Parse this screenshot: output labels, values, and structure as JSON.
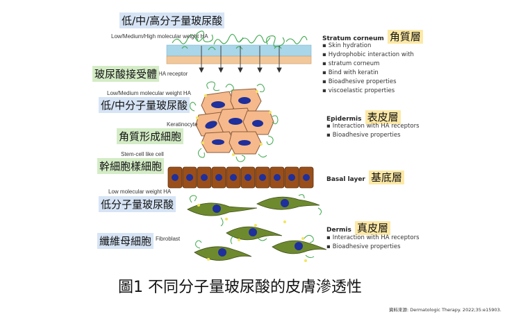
{
  "labels": {
    "ha_title_zh": "低/中/高分子量玻尿酸",
    "ha_title_en": "Low/Medium/High molecular weight HA",
    "receptor_zh": "玻尿酸接受體",
    "receptor_en": "HA receptor",
    "low_med_en": "Low/Medium molecular weight HA",
    "low_med_zh": "低/中分子量玻尿酸",
    "keratinocyte_en": "Keratinocyte",
    "keratinocyte_zh": "角質形成細胞",
    "stem_en": "Stem-cell like cell",
    "stem_zh": "幹細胞樣細胞",
    "low_en": "Low molecular weight HA",
    "low_zh": "低分子量玻尿酸",
    "fibro_zh": "纖維母細胞",
    "fibro_en": "Fibroblast"
  },
  "layers": {
    "corneum": {
      "title_en": "Stratum corneum",
      "title_zh": "角質層",
      "items": [
        "Skin hydration",
        "Hydrophobic interaction with",
        "stratum corneum",
        "Bind with keratin",
        "Bioadhesive properties",
        "viscoelastic properties"
      ]
    },
    "epidermis": {
      "title_en": "Epidermis",
      "title_zh": "表皮層",
      "items": [
        "Interaction with HA receptors",
        "Bioadhesive properties"
      ]
    },
    "basal": {
      "title_en": "Basal layer",
      "title_zh": "基底層"
    },
    "dermis": {
      "title_en": "Dermis",
      "title_zh": "真皮層",
      "items": [
        "Interaction with HA receptors",
        "Bioadhesive properties"
      ]
    }
  },
  "caption": "圖1 不同分子量玻尿酸的皮膚滲透性",
  "source": "資料來源: Dermatologic Therapy. 2022;35:e15903.",
  "colors": {
    "corneum_blue": "#a9d6e8",
    "corneum_tan": "#f2c89a",
    "keratinocyte": "#f5b98b",
    "nucleus": "#1f2f9c",
    "basal": "#9a4f1a",
    "fibroblast": "#6e8a2e",
    "ha_strand": "#3aa64a",
    "receptor_dot": "#f2e55a"
  }
}
